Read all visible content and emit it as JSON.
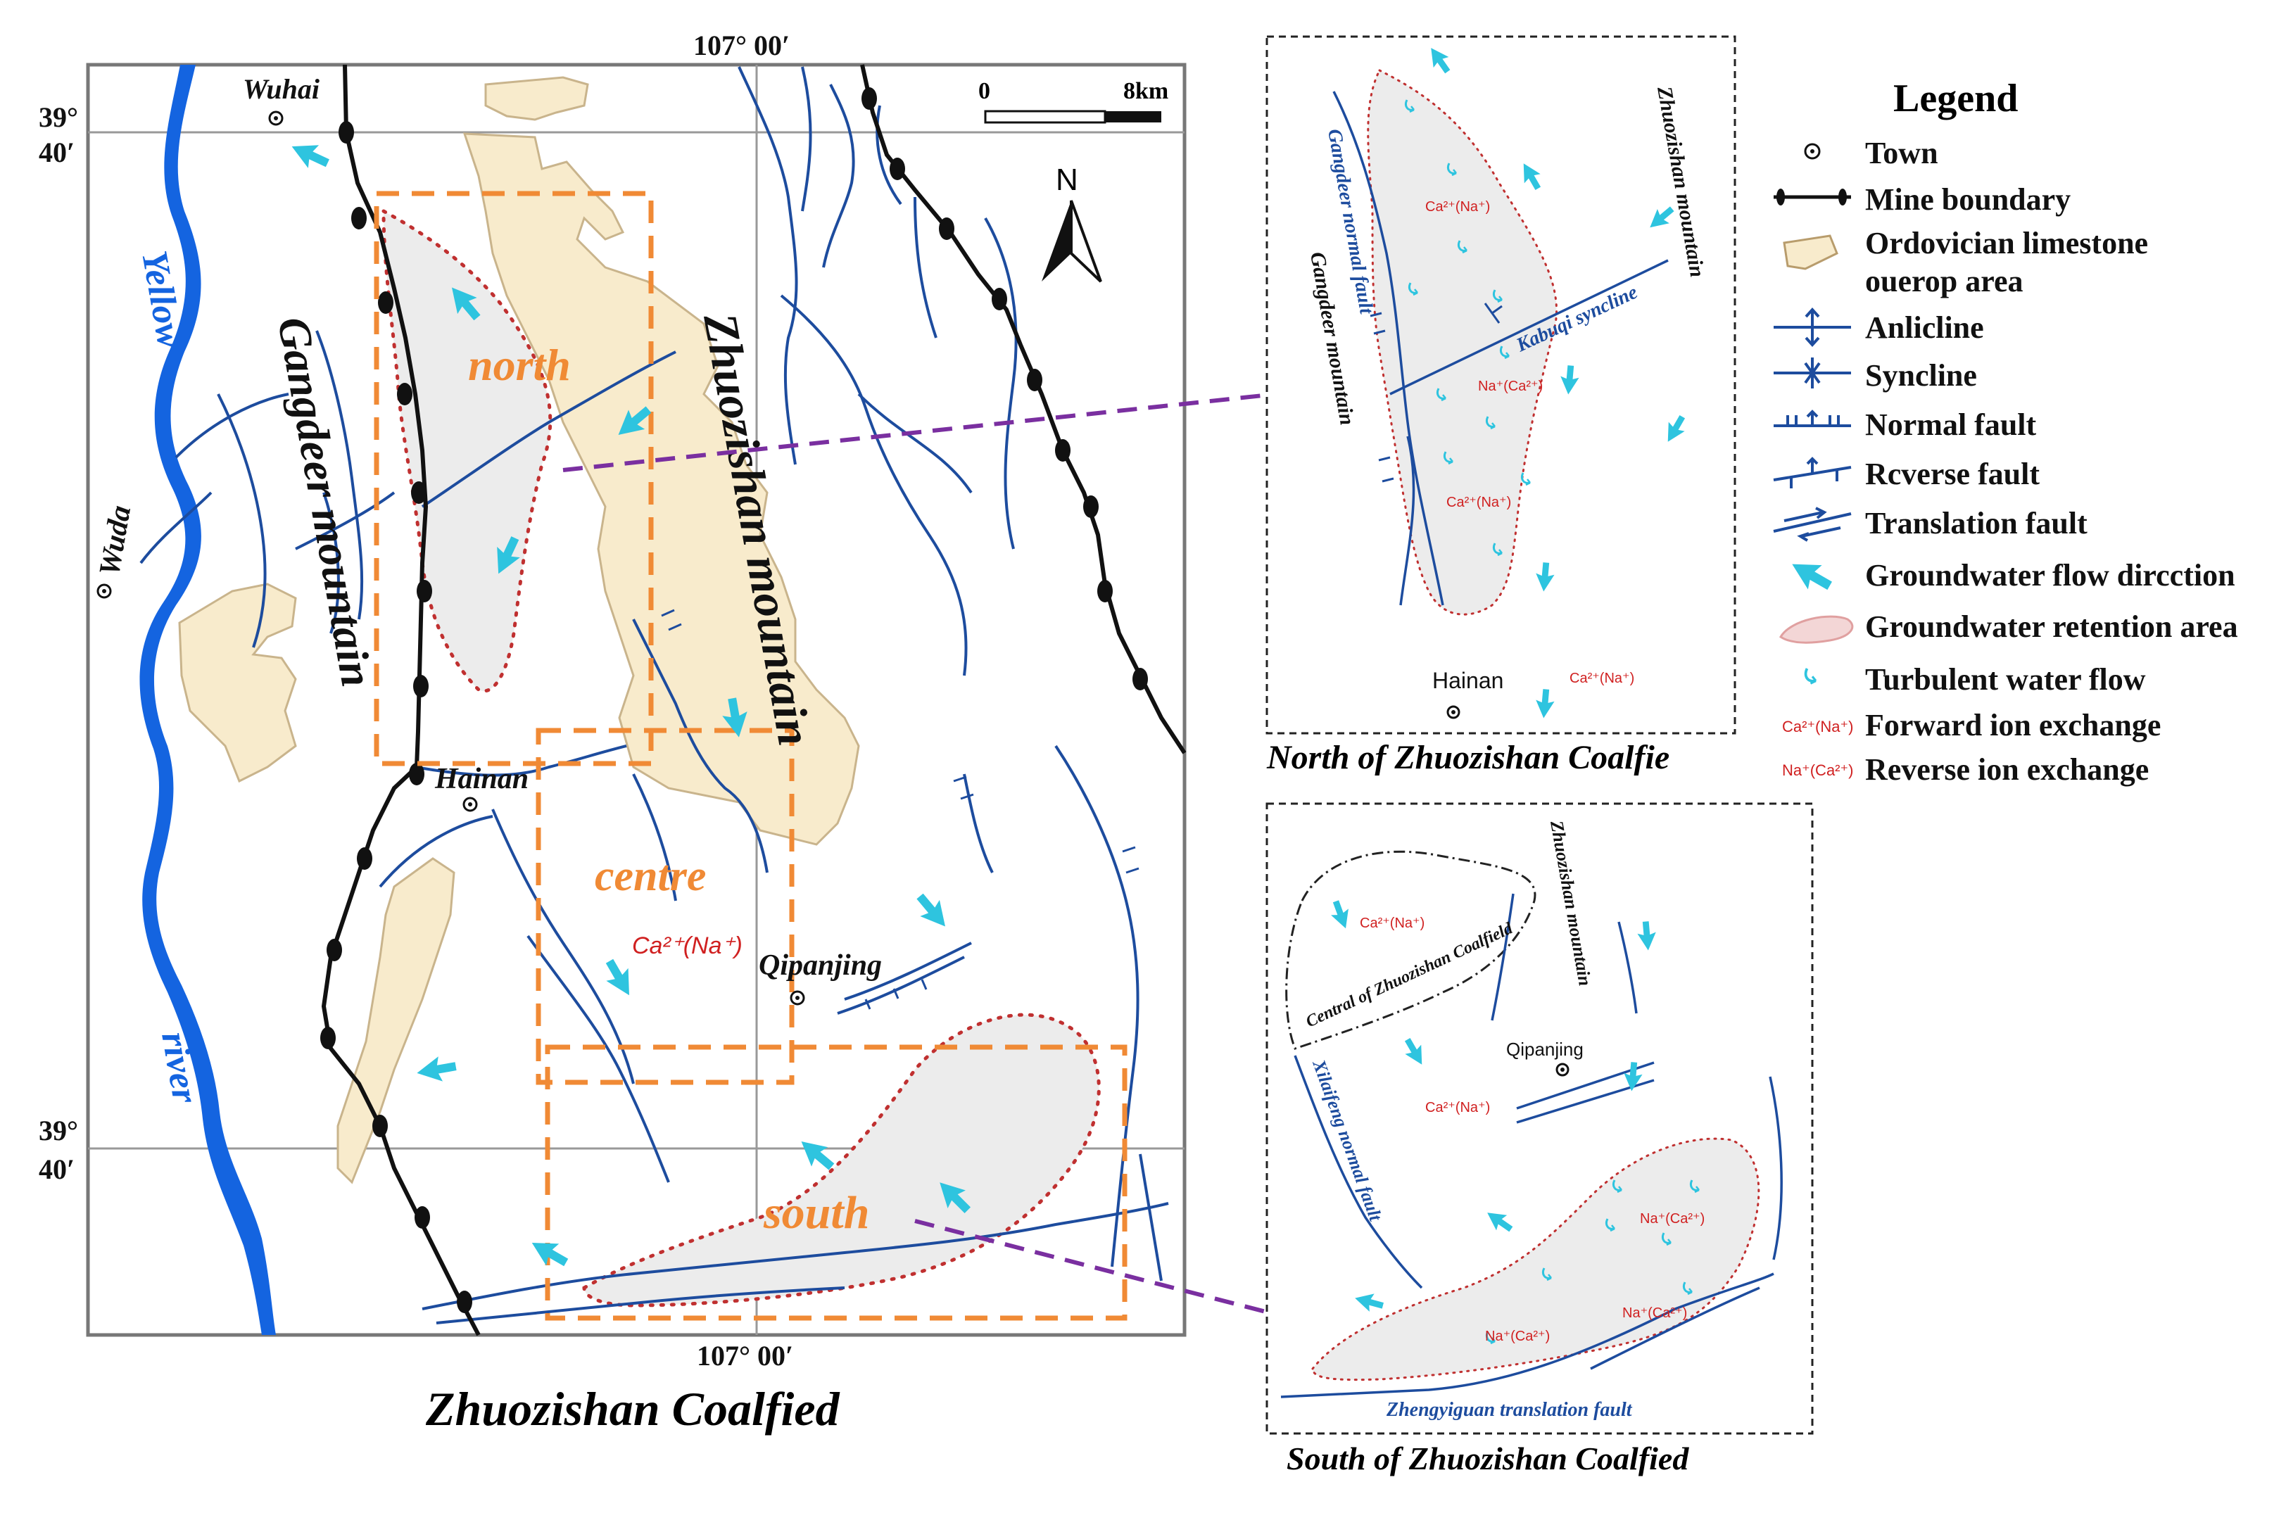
{
  "colors": {
    "river": "#1464e0",
    "fault": "#1d4c9e",
    "limestone": "#f8ebcc",
    "limestone_stroke": "#c9b48c",
    "retention_fill": "#ececec",
    "retention_stroke": "#c03030",
    "zone_box": "#f08a35",
    "arrow_flow": "#2ec4df",
    "link_arrow": "#7a2fa0",
    "ion_text": "#d02020",
    "boundary": "#111111"
  },
  "main_map": {
    "title": "Zhuozishan Coalfied",
    "coords": {
      "top_longitude": "107° 00′",
      "bottom_longitude": "107° 00′",
      "left_lat_top_a": "39°",
      "left_lat_top_b": "40′",
      "left_lat_bottom_a": "39°",
      "left_lat_bottom_b": "40′"
    },
    "scale": {
      "start": "0",
      "end": "8km"
    },
    "north_symbol": "N",
    "towns": {
      "wuhai": "Wuhai",
      "wuda": "Wuda",
      "hainan": "Hainan",
      "qipanjing": "Qipanjing"
    },
    "features": {
      "yellow": "Yellow",
      "river": "river",
      "gangdeer": "Gangdeer mountain",
      "zhuozishan": "Zhuozishan mountain"
    },
    "zones": {
      "north": "north",
      "centre": "centre",
      "south": "south"
    },
    "ion_label": "Ca²⁺(Na⁺)"
  },
  "north_inset": {
    "caption": "North of Zhuozishan Coalfie",
    "labels": {
      "gangdeer_fault": "Gangdeer normal fault",
      "gangdeer_mountain": "Gangdeer mountain",
      "zhuozishan_mountain": "Zhuozishan mountain",
      "kabuqi": "Kabuqi syncline",
      "hainan": "Hainan"
    },
    "ions": {
      "forward_1": "Ca²⁺(Na⁺)",
      "reverse_1": "Na⁺(Ca²⁺)",
      "forward_2": "Ca²⁺(Na⁺)",
      "forward_3": "Ca²⁺(Na⁺)"
    }
  },
  "south_inset": {
    "caption": "South of Zhuozishan Coalfied",
    "labels": {
      "central": "Central of Zhuozishan Coalfield",
      "zhuozishan_mountain": "Zhuozishan mountain",
      "qipanjing": "Qipanjing",
      "xilaifeng": "Xilaifeng normal fault",
      "zhengyiguan": "Zhengyiguan translation fault"
    },
    "ions": {
      "forward_1": "Ca²⁺(Na⁺)",
      "forward_2": "Ca²⁺(Na⁺)",
      "reverse_1": "Na⁺(Ca²⁺)",
      "reverse_2": "Na⁺(Ca²⁺)",
      "reverse_3": "Na⁺(Ca²⁺)"
    }
  },
  "legend": {
    "title": "Legend",
    "items": [
      {
        "icon": "town-icon",
        "label": "Town"
      },
      {
        "icon": "mine-boundary-icon",
        "label": "Mine boundary"
      },
      {
        "icon": "limestone-icon",
        "label": "Ordovician limestone ouerop area"
      },
      {
        "icon": "anticline-icon",
        "label": "Anlicline"
      },
      {
        "icon": "syncline-icon",
        "label": "Syncline"
      },
      {
        "icon": "normal-fault-icon",
        "label": "Normal fault"
      },
      {
        "icon": "reverse-fault-icon",
        "label": "Rcverse fault"
      },
      {
        "icon": "translation-fault-icon",
        "label": "Translation fault"
      },
      {
        "icon": "flow-arrow-icon",
        "label": "Groundwater flow dircction"
      },
      {
        "icon": "retention-area-icon",
        "label": "Groundwater retention area"
      },
      {
        "icon": "turbulent-flow-icon",
        "label": "Turbulent water flow"
      },
      {
        "icon": "forward-ion-icon",
        "label": "Forward ion exchange",
        "code": "Ca²⁺(Na⁺)"
      },
      {
        "icon": "reverse-ion-icon",
        "label": "Reverse ion exchange",
        "code": "Na⁺(Ca²⁺)"
      }
    ]
  }
}
